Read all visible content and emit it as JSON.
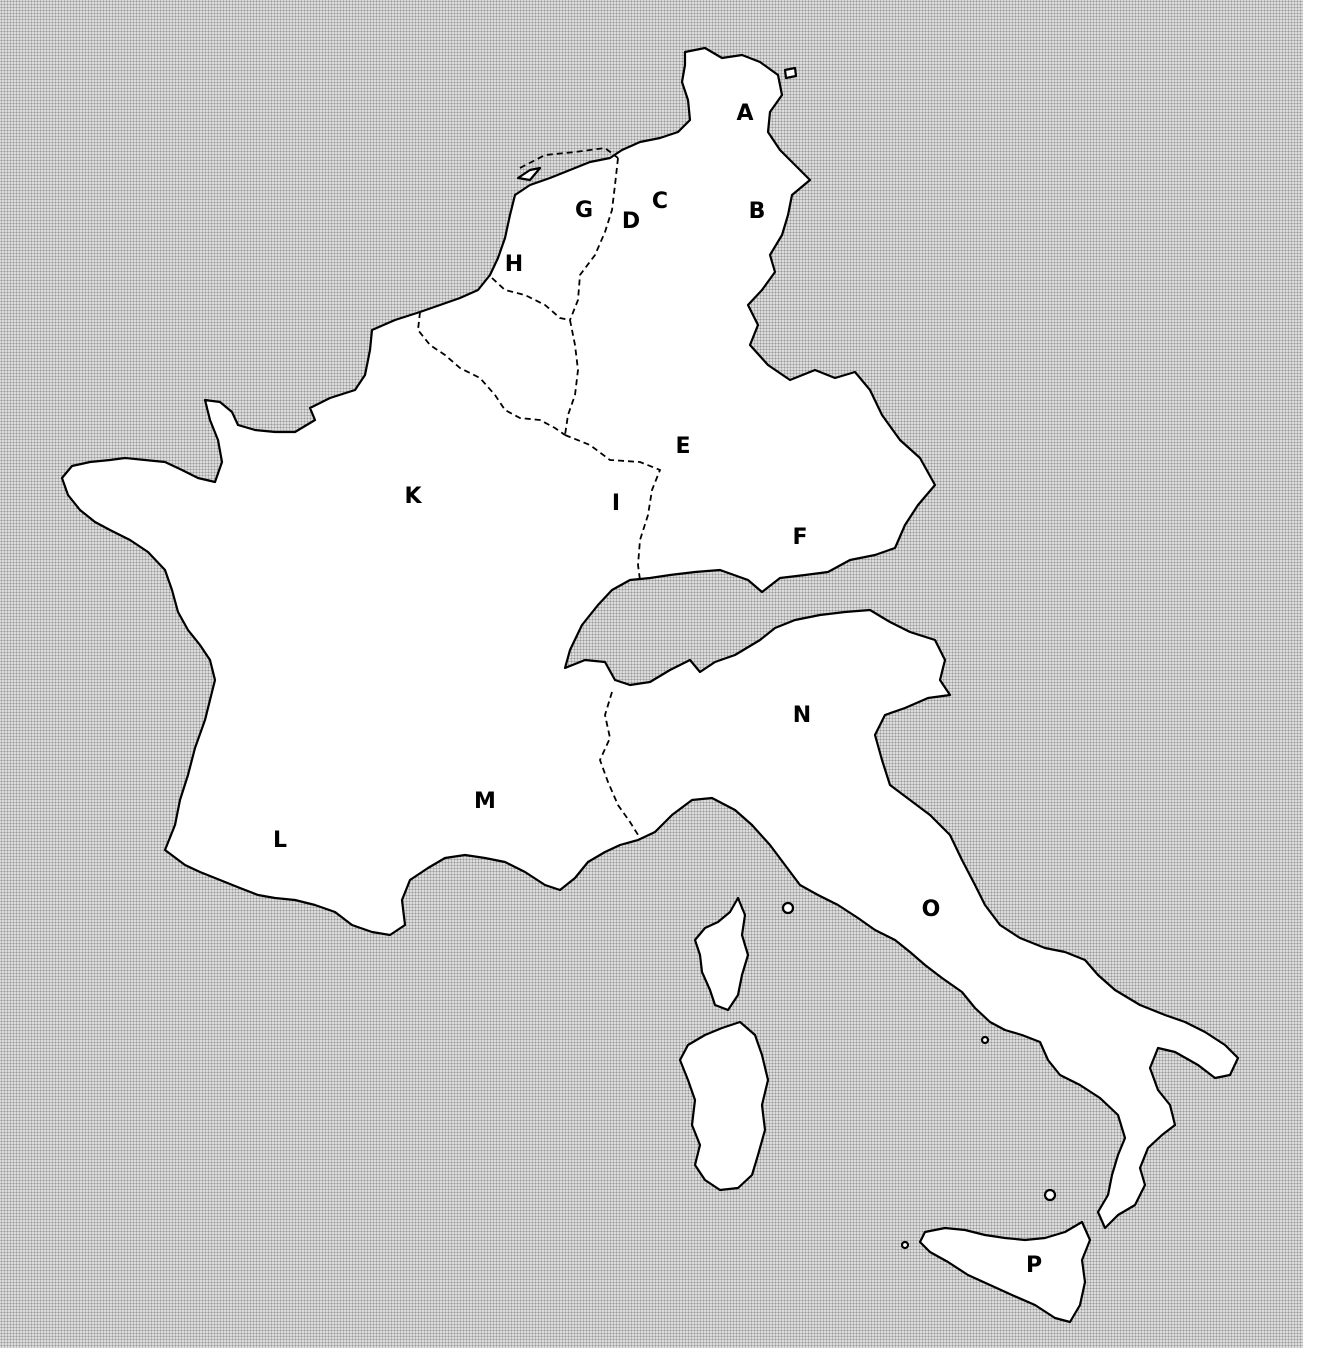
{
  "map": {
    "colors": {
      "land": "#ffffff",
      "outline": "#000000",
      "sea": "#dcdcdc"
    },
    "labels": [
      "A",
      "B",
      "C",
      "D",
      "E",
      "F",
      "G",
      "H",
      "I",
      "K",
      "L",
      "M",
      "N",
      "O",
      "P"
    ]
  }
}
